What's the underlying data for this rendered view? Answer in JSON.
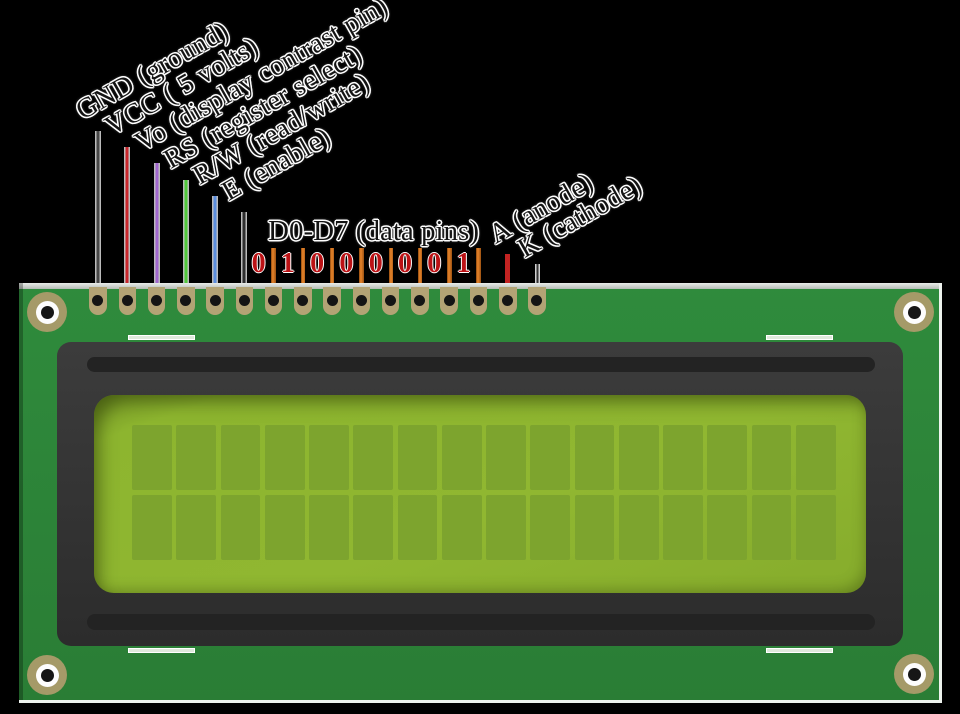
{
  "annotations": {
    "pin_labels": [
      {
        "pin": "GND",
        "label": "GND (ground)",
        "wire_color": "#474747"
      },
      {
        "pin": "VCC",
        "label": "VCC ( 5 volts)",
        "wire_color": "#c8262c"
      },
      {
        "pin": "Vo",
        "label": "Vo (display contrast pin)",
        "wire_color": "#a066ce"
      },
      {
        "pin": "RS",
        "label": "RS (register select)",
        "wire_color": "#52c93c"
      },
      {
        "pin": "R/W",
        "label": "R/W (read/write)",
        "wire_color": "#5b8ddd"
      },
      {
        "pin": "E",
        "label": "E (enable)",
        "wire_color": "#2e2e2e"
      }
    ],
    "data_pins": {
      "label": "D0-D7 (data pins)",
      "bits": [
        "0",
        "1",
        "0",
        "0",
        "0",
        "0",
        "0",
        "1"
      ],
      "wire_color": "#d97b26",
      "bit_color": "#bb1215"
    },
    "backlight_pins": [
      {
        "pin": "A",
        "label": "A (anode)",
        "wire_color": "#c32322"
      },
      {
        "pin": "K",
        "label": "K (cathode)",
        "wire_color": "#333333"
      }
    ]
  },
  "board": {
    "pin_count": 16,
    "mounting_hole_count": 4,
    "pcb_color": "#2e8a3b",
    "pad_color": "#b3a375",
    "bezel_color": "#333333",
    "screen_color": "#8db52f",
    "cell_color": "#7da42e",
    "halo_color": "#bbbbbb"
  },
  "screen": {
    "columns": 16,
    "rows": 2
  }
}
